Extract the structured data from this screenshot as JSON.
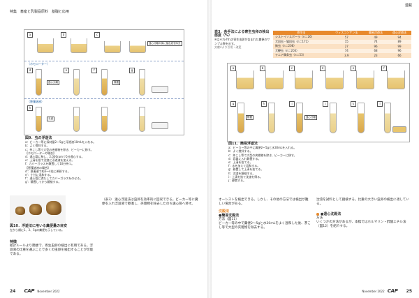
{
  "left_page": {
    "header": "特集　畜産と乳製品原料　基礎と応用",
    "figure9": {
      "section_bands": [
        "（ホモローター）",
        "（懸濁溶液）"
      ],
      "panel_labels": [
        "a",
        "b",
        "c",
        "d",
        "e",
        "f",
        "g",
        "h"
      ],
      "tags": [
        "遠心分離",
        "静置",
        "ろ過"
      ],
      "bubble_note": "遠心分離の後に抽出液を除去",
      "caption_title": "図9．虫の浮遊法",
      "caption_lines": [
        "a：ビーカー等に採材量2〜5gと浮遊液10mLを入れる。",
        "b：よく撹拌する。",
        "c：茶こし等で大型の夾雑物を除き、ビーカーに移す。",
        "【ホモローターの場合】",
        "d：遠心管に移し、2,000rpmで5分遠心する。",
        "e：上清を捨て沈渣に浮遊液を加える。",
        "f：カバーガラスを静置して10分待つ。",
        "【懸濁溶液の場合】",
        "d'：懸濁液で約3〜4倍に希釈する。",
        "e'：十分に混和する。",
        "f'：遠心管に満たしてカバーガラスをのせる。",
        "g'：静置してから鏡検する。"
      ]
    },
    "figure10": {
      "caption_title": "図10．浮遊法に用いる糞便量の目安",
      "caption_note": "左から順に1、3、5gの糞便を示している。"
    },
    "column_left": {
      "head": "特徴",
      "body": "総計ルールより簡便で、寄生虫卵の検出に有用である。浮遊液の比重を選ぶことで多くの虫卵を検出することが可能である。"
    },
    "column_mid": {
      "lead": "（表3）",
      "body": "遠心浮遊法は虫卵を効率的に回収できる。ビーカー等に糞便を入れ浮遊液で懸濁し、夾雑物を除去したのち遠心管へ移す。"
    },
    "footer": {
      "page_number": "24",
      "logo": "CAP",
      "issue": "November 2022"
    }
  },
  "right_page": {
    "header": "連載",
    "table3": {
      "title": "表3．各手法による寄生虫卵の検出感度（%）",
      "subtitle": "※はそれぞれの寄生虫卵が含まれた糞便のサンプル数を示す。",
      "note": "文献4より引用・改変",
      "columns": [
        "寄生虫",
        "ウィスコンサン法",
        "簡易浮遊法",
        "遠心浮遊法"
      ],
      "rows": [
        [
          "シストイソスポーラ（n＝26）",
          "57",
          "49",
          "94"
        ],
        [
          "犬回虫・猫回虫（n＝171）",
          "15",
          "74",
          "89"
        ],
        [
          "鉤虫（n＝208）",
          "27",
          "96",
          "99"
        ],
        [
          "犬鞭虫（n＝203）",
          "74",
          "68",
          "96"
        ],
        [
          "テニア属条虫（n＝53）",
          "3.9",
          "23",
          "66"
        ]
      ]
    },
    "figure11": {
      "panel_labels": [
        "a",
        "b",
        "c",
        "d",
        "e",
        "f",
        "g",
        "h",
        "i",
        "j",
        "k",
        "l"
      ],
      "tags": [
        "静置",
        "遠心分離"
      ],
      "caption_title": "図11．簡易浮遊法",
      "caption_lines": [
        "a：ビーカー等の中に糞便2〜5gと水30mLを入れる。",
        "b：よく撹拌する。",
        "c：茶こし等で大型の夾雑物を除き、ビーカーに移す。",
        "d：容器に入れ静置する。",
        "e：上清を捨てる。",
        "f：水を加えて混和する。",
        "g：静置して上清を捨てる。",
        "h：沈渣を鏡検する。",
        "i：上清を捨て沈渣を得る。",
        "j：静置する。"
      ]
    },
    "column_left": {
      "body": "オーシストを検出できる。しかし、その他の方法では検出が難しい場合がある。",
      "section_title": "沈殿法",
      "sub_title": "●簡易沈殿法",
      "sub_sub": "方法（図11）",
      "paragraph": "ビーカー等の中で糞便2〜5gと水30mLをよく混和した後、茶こし等で大型の夾雑物を除去する。"
    },
    "column_right": {
      "body": "沈渣を試料として鏡検する。比重の大きい虫卵の検出に適している。",
      "section_title": "●遠心沈殿法",
      "sub": "方法",
      "paragraph": "いくつかの方法があるが、本稿ではホルマリン・酢酸エチル法（図12）を紹介する。"
    },
    "footer": {
      "page_number": "25",
      "logo": "CAP",
      "issue": "November 2022"
    }
  }
}
